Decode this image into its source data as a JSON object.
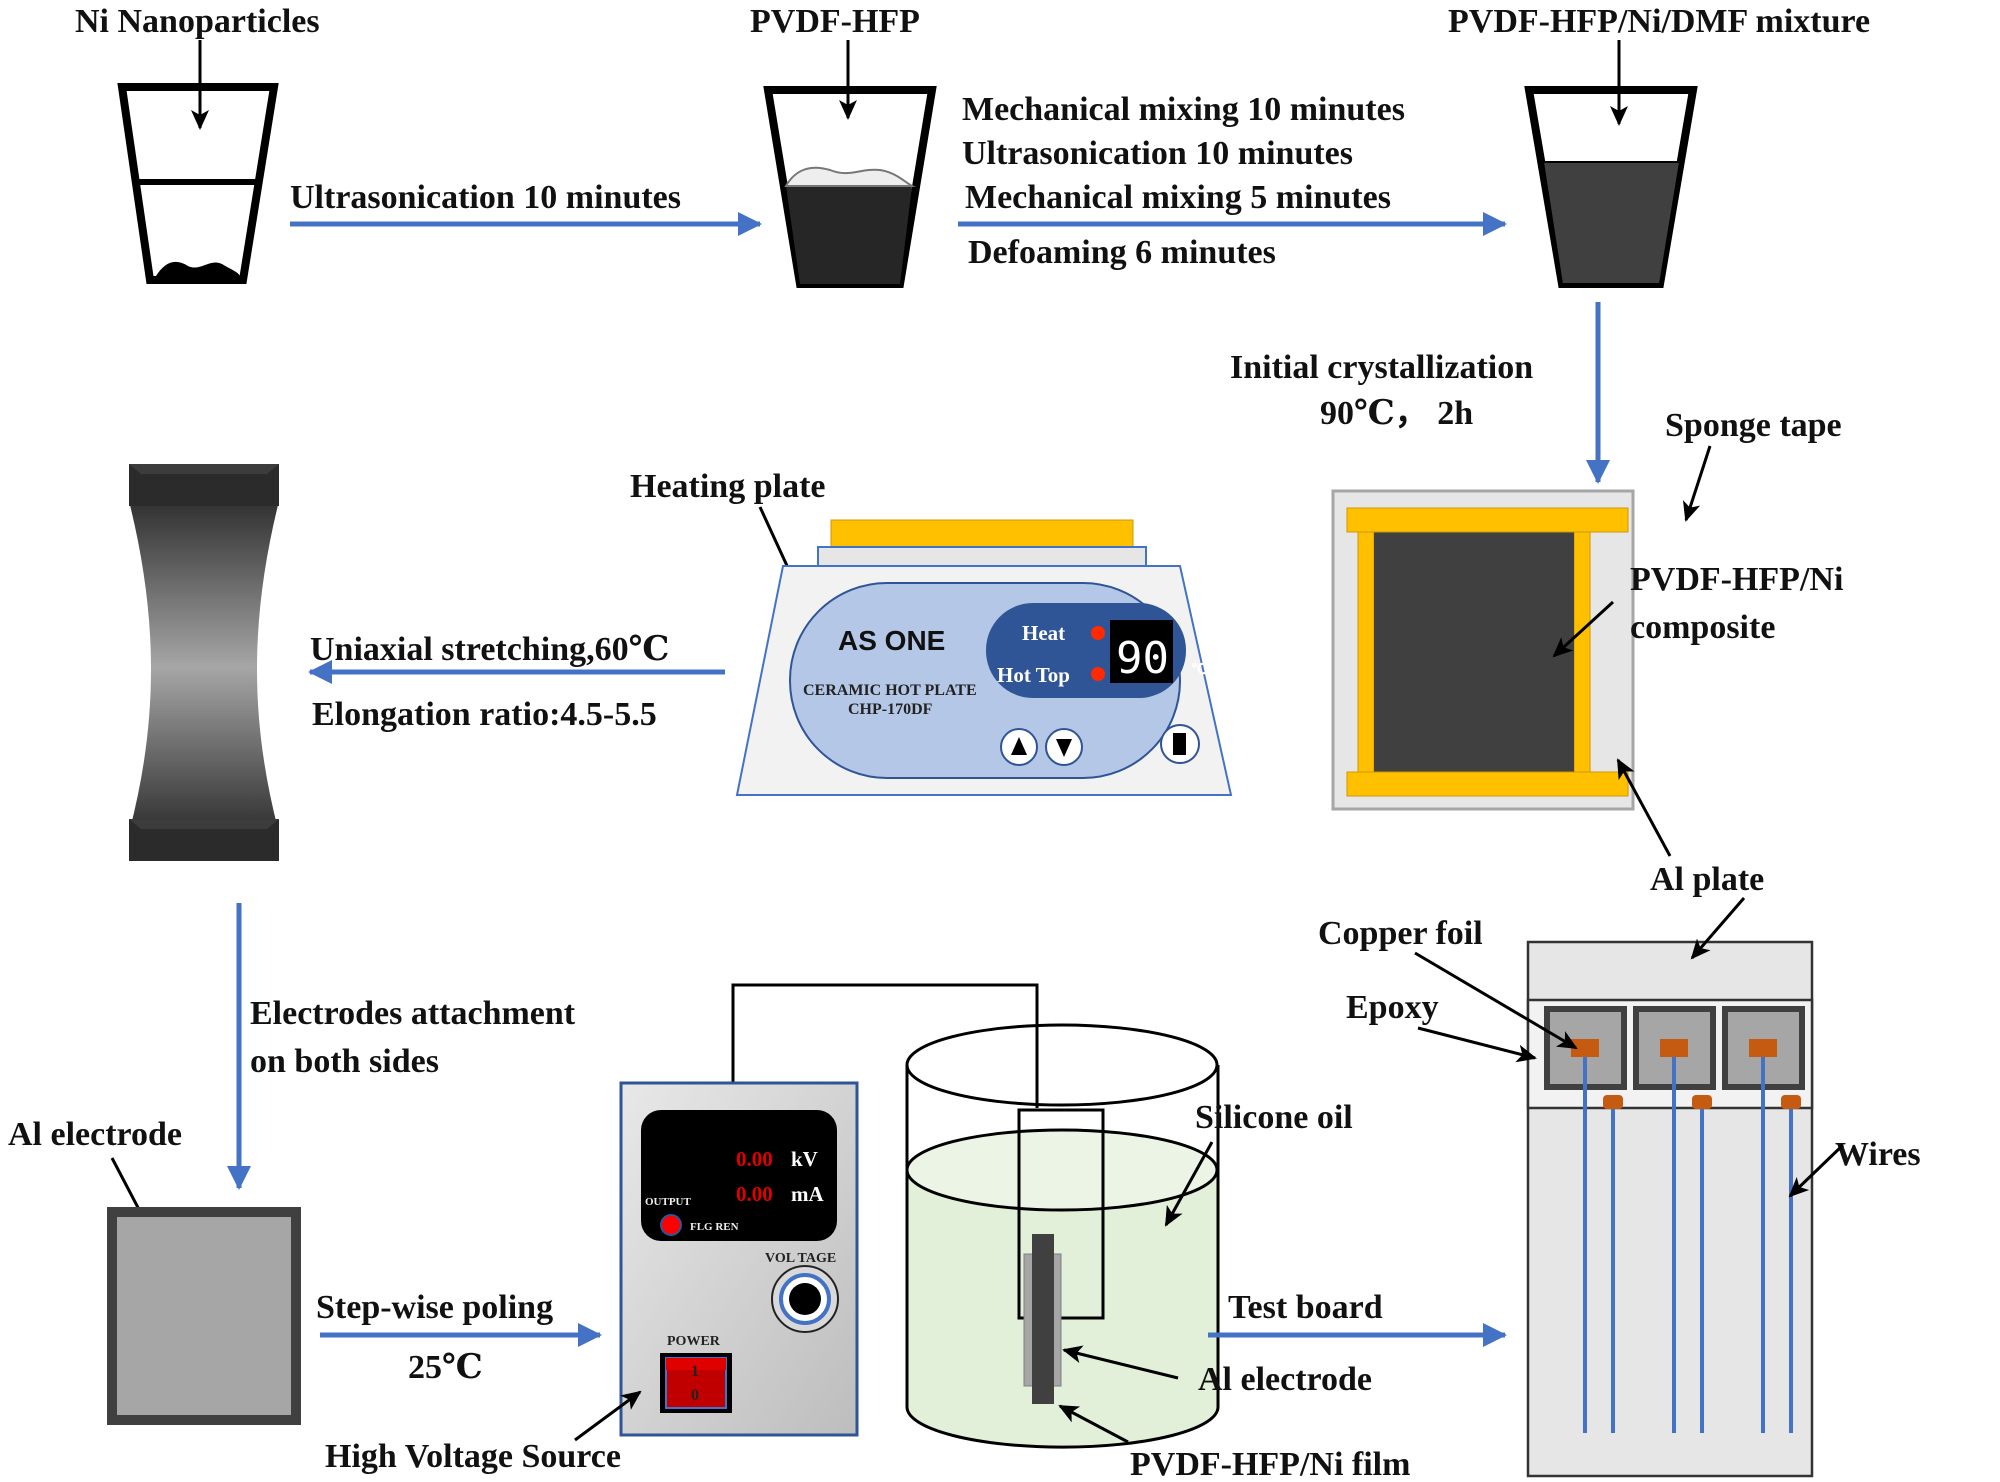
{
  "colors": {
    "flow_arrow": "#4472c4",
    "sponge_tape": "#ffc000",
    "composite": "#404040",
    "hot_plate_panel": "#b4c7e7",
    "hot_plate_display_bezel": "#2f5597",
    "silicone_oil": "#e2efd9",
    "copper_foil": "#c55a11",
    "wire": "#4472c4"
  },
  "step1": {
    "ingredient_label": "Ni Nanoparticles",
    "process_label": "Ultrasonication 10 minutes"
  },
  "step2": {
    "ingredient_label": "PVDF-HFP",
    "process_lines": [
      "Mechanical mixing 10 minutes",
      "Ultrasonication 10 minutes",
      "Mechanical mixing 5 minutes",
      "Defoaming 6 minutes"
    ]
  },
  "step3": {
    "mixture_label": "PVDF-HFP/Ni/DMF mixture",
    "crystallization_lines": [
      "Initial crystallization",
      "90℃， 2h"
    ]
  },
  "casting": {
    "sponge_tape_label": "Sponge tape",
    "composite_label_lines": [
      "PVDF-HFP/Ni",
      "composite"
    ],
    "al_plate_label": "Al plate"
  },
  "hot_plate": {
    "label": "Heating plate",
    "brand": "AS  ONE",
    "model_lines": [
      "CERAMIC HOT PLATE",
      "CHP-170DF"
    ],
    "indicators": [
      "Heat",
      "Hot  Top"
    ],
    "display_value": "90",
    "display_unit": "℃",
    "buttons": [
      "up",
      "down",
      "stop"
    ]
  },
  "stretching": {
    "process_lines": [
      "Uniaxial stretching,60℃",
      "Elongation ratio:4.5-5.5"
    ]
  },
  "electrodes": {
    "process_lines": [
      "Electrodes attachment",
      "on both sides"
    ],
    "al_electrode_label": "Al electrode"
  },
  "poling": {
    "process_lines": [
      "Step-wise  poling",
      "25℃"
    ],
    "source_label": "High Voltage Source"
  },
  "hv_source": {
    "voltage_value": "0.00",
    "voltage_unit": "kV",
    "current_value": "0.00",
    "current_unit": "mA",
    "output_label": "OUTPUT",
    "flag_label": "FLG  REN",
    "knob_label": "VOL TAGE",
    "power_label": "POWER",
    "switch_on": "1",
    "switch_off": "0"
  },
  "bath": {
    "silicone_oil_label": "Silicone oil",
    "al_electrode_label": "Al electrode",
    "film_label": "PVDF-HFP/Ni film"
  },
  "test_board": {
    "arrow_label": "Test board",
    "copper_foil_label": "Copper foil",
    "epoxy_label": "Epoxy",
    "wires_label": "Wires",
    "sample_count": 3
  }
}
